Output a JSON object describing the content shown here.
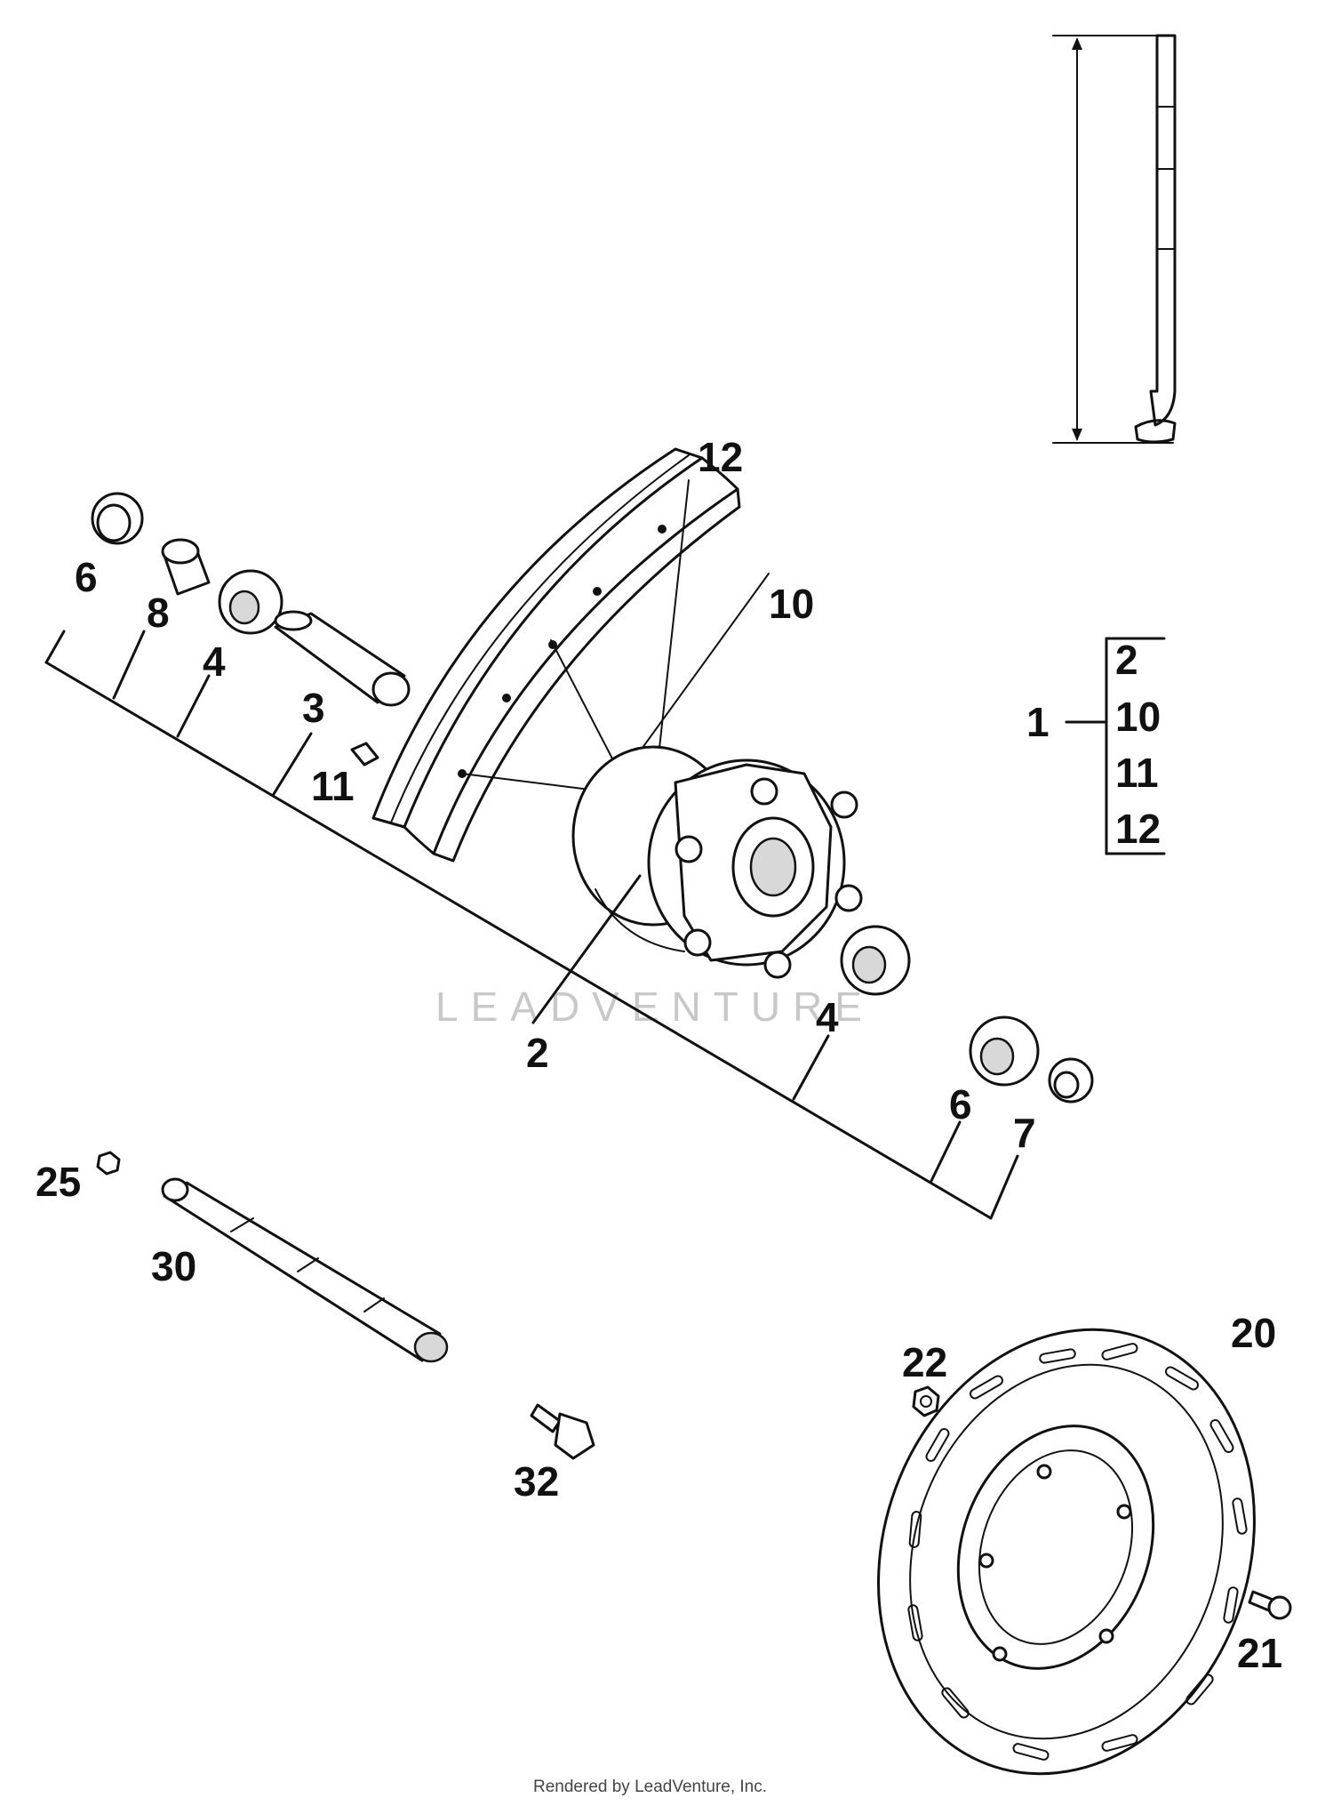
{
  "callouts": {
    "c1": "1",
    "c2": "2",
    "c3": "3",
    "c4a": "4",
    "c4b": "4",
    "c6a": "6",
    "c6b": "6",
    "c7": "7",
    "c8": "8",
    "c10": "10",
    "c11": "11",
    "c12": "12",
    "c20": "20",
    "c21": "21",
    "c22": "22",
    "c25": "25",
    "c30": "30",
    "c32": "32"
  },
  "bracket_group": {
    "items": [
      "2",
      "10",
      "11",
      "12"
    ]
  },
  "watermark": "LEADVENTURE",
  "footer": "Rendered by LeadVenture, Inc."
}
